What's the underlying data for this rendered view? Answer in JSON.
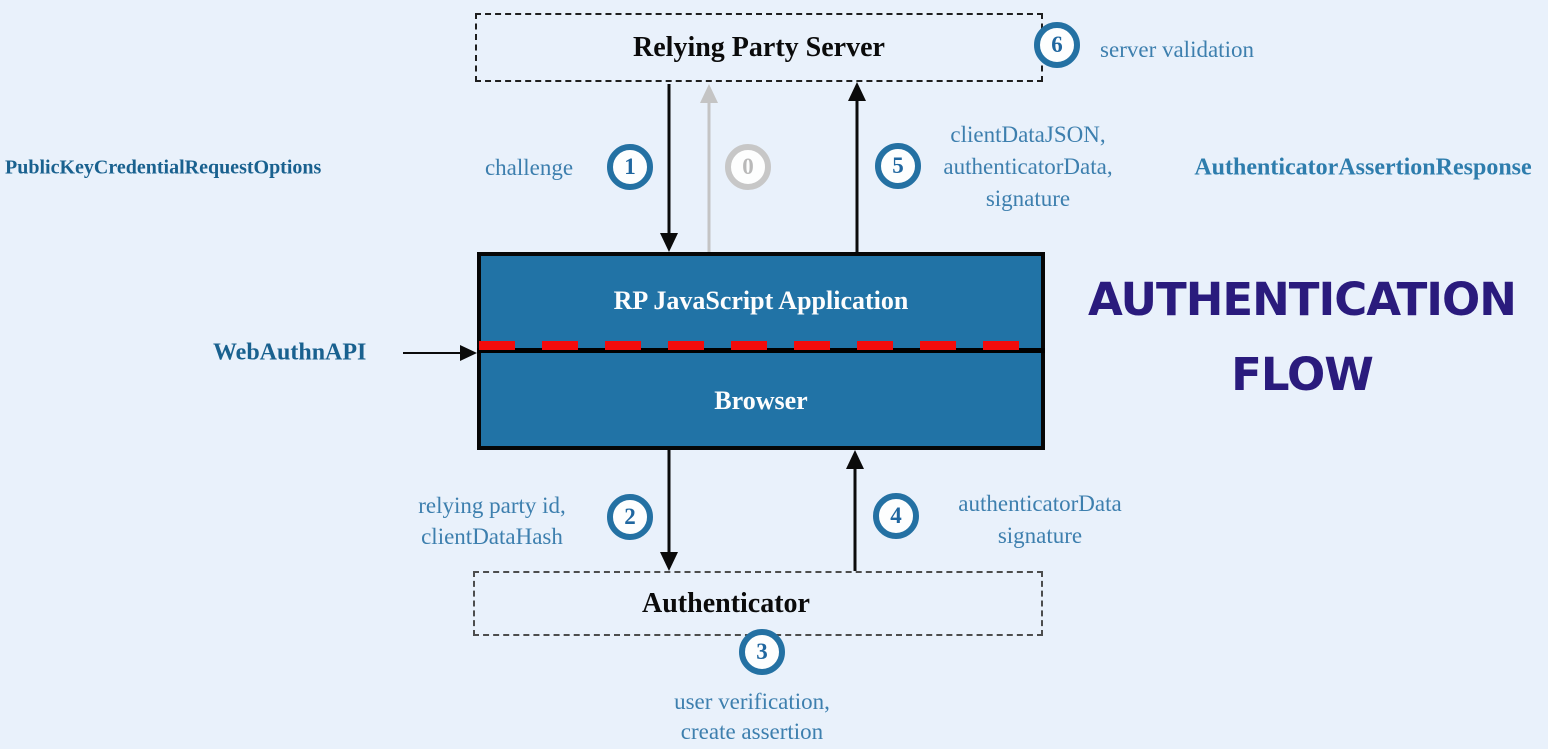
{
  "title": {
    "line1": "AUTHENTICATION",
    "line2": "FLOW",
    "color": "#2a1b7d"
  },
  "nodes": {
    "relying_party_server": "Relying Party Server",
    "rp_js_application": "RP JavaScript Application",
    "browser": "Browser",
    "authenticator": "Authenticator"
  },
  "side_labels": {
    "request_options": "PublicKeyCredentialRequestOptions",
    "assertion_response": "AuthenticatorAssertionResponse",
    "webauthn_api": "WebAuthnAPI"
  },
  "steps": {
    "s0": "0",
    "s1": "1",
    "s2": "2",
    "s3": "3",
    "s4": "4",
    "s5": "5",
    "s6": "6"
  },
  "annotations": {
    "challenge": "challenge",
    "server_validation": "server validation",
    "step5": [
      "clientDataJSON,",
      "authenticatorData,",
      "signature"
    ],
    "step2": [
      "relying party id,",
      "clientDataHash"
    ],
    "step4": [
      "authenticatorData",
      "signature"
    ],
    "step3": [
      "user verification,",
      "create assertion"
    ]
  },
  "colors": {
    "background": "#e9f1fb",
    "box_fill": "#2173a6",
    "badge_ring": "#2471a3",
    "inactive_gray": "#c4c4c4",
    "red_dash": "#f30b0b",
    "annotation_blue": "#3d7fae",
    "label_dark_blue": "#19618f",
    "title_indigo": "#2a1b7d"
  }
}
